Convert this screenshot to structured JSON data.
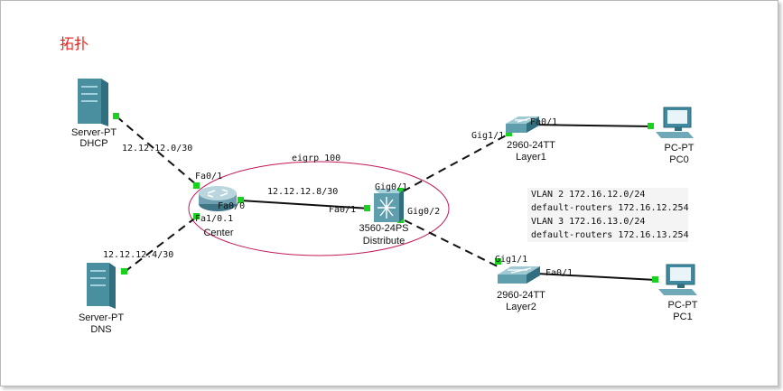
{
  "diagram": {
    "title": "拓扑",
    "eigrp_label": "eigrp 100",
    "devices": {
      "dhcp": {
        "type": "Server-PT",
        "name": "DHCP"
      },
      "dns": {
        "type": "Server-PT",
        "name": "DNS"
      },
      "center": {
        "name": "Center"
      },
      "distribute": {
        "type": "3560-24PS",
        "name": "Distribute"
      },
      "layer1": {
        "type": "2960-24TT",
        "name": "Layer1"
      },
      "layer2": {
        "type": "2960-24TT",
        "name": "Layer2"
      },
      "pc0": {
        "type": "PC-PT",
        "name": "PC0"
      },
      "pc1": {
        "type": "PC-PT",
        "name": "PC1"
      }
    },
    "links": {
      "dhcp_center_net": "12.12.12.0/30",
      "dns_center_net": "12.12.12.4/30",
      "center_distribute_net": "12.12.12.8/30"
    },
    "ports": {
      "center_to_dhcp": "Fa0/1",
      "center_to_distribute": "Fa0/0",
      "center_to_dns": "Fa1/0.1",
      "distribute_to_center": "Fa0/1",
      "distribute_to_layer1": "Gig0/1",
      "distribute_to_layer2": "Gig0/2",
      "layer1_uplink": "Gig1/1",
      "layer1_to_pc0": "Fa0/1",
      "layer2_uplink": "Gig1/1",
      "layer2_to_pc1": "Fa0/1"
    },
    "vlan_note": [
      "VLAN 2 172.16.12.0/24",
      "default-routers 172.16.12.254",
      "VLAN 3 172.16.13.0/24",
      "default-routers 172.16.13.254"
    ],
    "colors": {
      "title": "#e8231a",
      "ellipse": "#c2185b",
      "link_dot": "#19d21e",
      "server": "#4a8fa0",
      "router": "#6f9fb0",
      "switch": "#5f9fad",
      "pc": "#3f8aa0"
    },
    "icons": [
      "server-icon",
      "router-icon",
      "multilayer-switch-icon",
      "switch-icon",
      "pc-icon"
    ]
  }
}
